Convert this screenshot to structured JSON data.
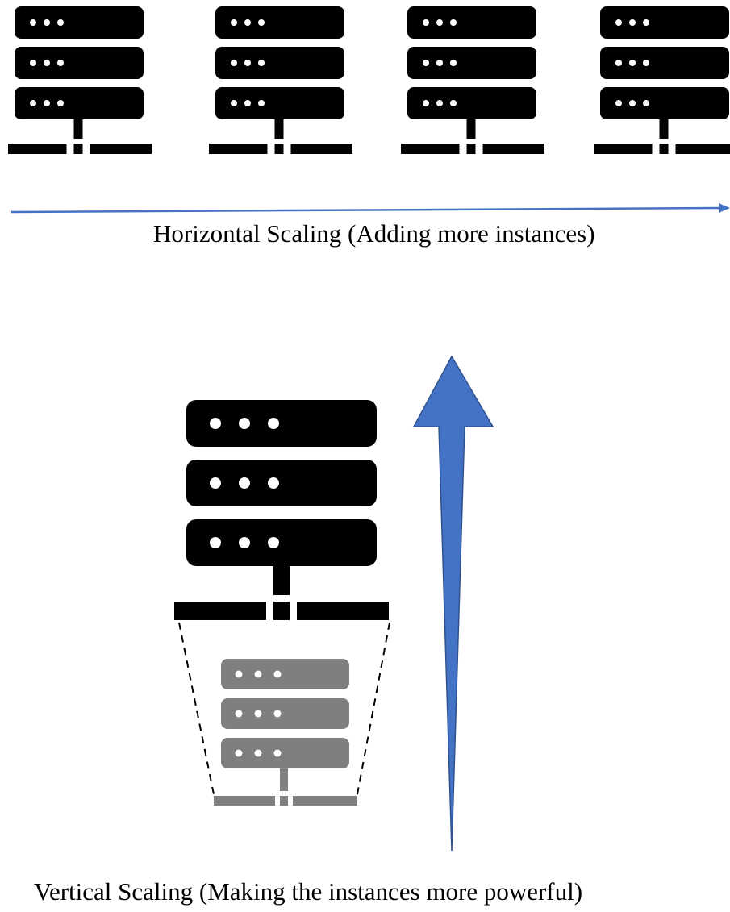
{
  "horizontal": {
    "label": "Horizontal Scaling (Adding more instances)",
    "server_count": 4,
    "arrow_color": "#4472C4"
  },
  "vertical": {
    "label": "Vertical Scaling (Making the instances more powerful)",
    "arrow_color": "#4472C4",
    "arrow_outline": "#2F528F"
  },
  "colors": {
    "server_large": "#000000",
    "server_small": "#7F7F7F",
    "dots": "#FFFFFF",
    "dashed_lines": "#000000"
  },
  "icons": {
    "server": "server-rack-icon",
    "small_server": "server-rack-small-icon"
  }
}
